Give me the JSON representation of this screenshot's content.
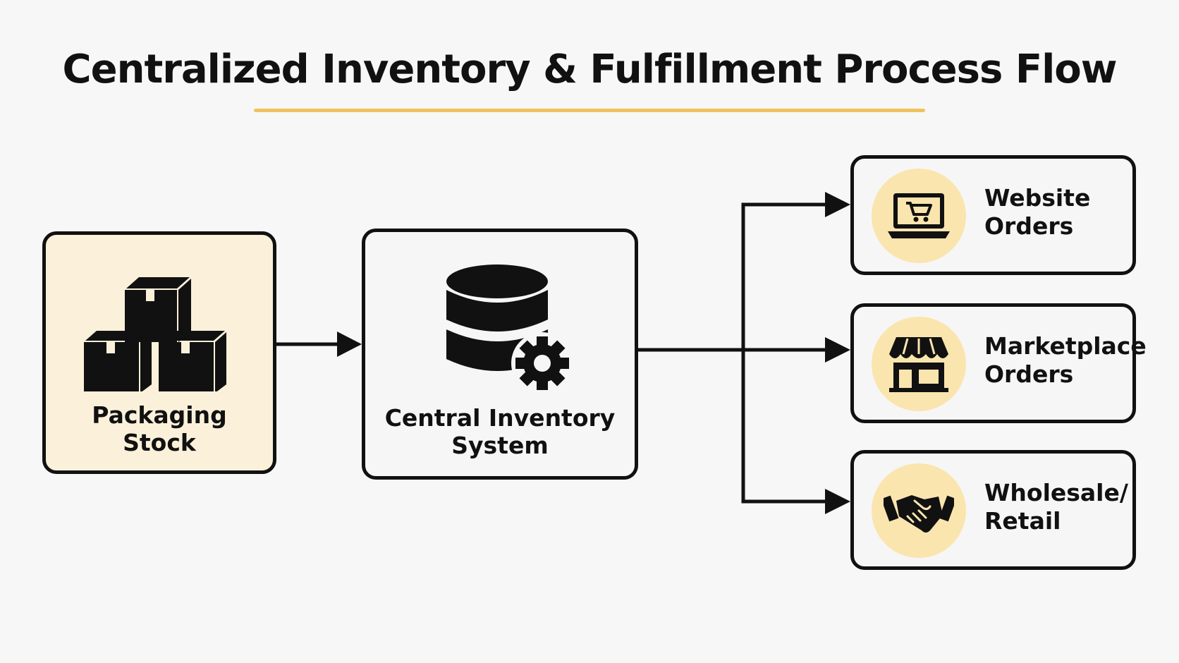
{
  "title": "Centralized Inventory & Fulfillment Process Flow",
  "colors": {
    "accent": "#f0c25e",
    "source_fill": "#fbf1da",
    "badge_fill": "#fbe5ae",
    "stroke": "#111111",
    "background": "#f7f7f7"
  },
  "nodes": {
    "source": {
      "label_line1": "Packaging",
      "label_line2": "Stock",
      "icon": "stacked-boxes-icon"
    },
    "central": {
      "label_line1": "Central Inventory",
      "label_line2": "System",
      "icon": "database-gear-icon"
    }
  },
  "channels": [
    {
      "label_line1": "Website",
      "label_line2": "Orders",
      "icon": "laptop-cart-icon"
    },
    {
      "label_line1": "Marketplace",
      "label_line2": "Orders",
      "icon": "storefront-icon"
    },
    {
      "label_line1": "Wholesale/",
      "label_line2": "Retail",
      "icon": "handshake-icon"
    }
  ],
  "edges": [
    {
      "from": "Packaging Stock",
      "to": "Central Inventory System"
    },
    {
      "from": "Central Inventory System",
      "to": "Website Orders"
    },
    {
      "from": "Central Inventory System",
      "to": "Marketplace Orders"
    },
    {
      "from": "Central Inventory System",
      "to": "Wholesale/Retail"
    }
  ]
}
